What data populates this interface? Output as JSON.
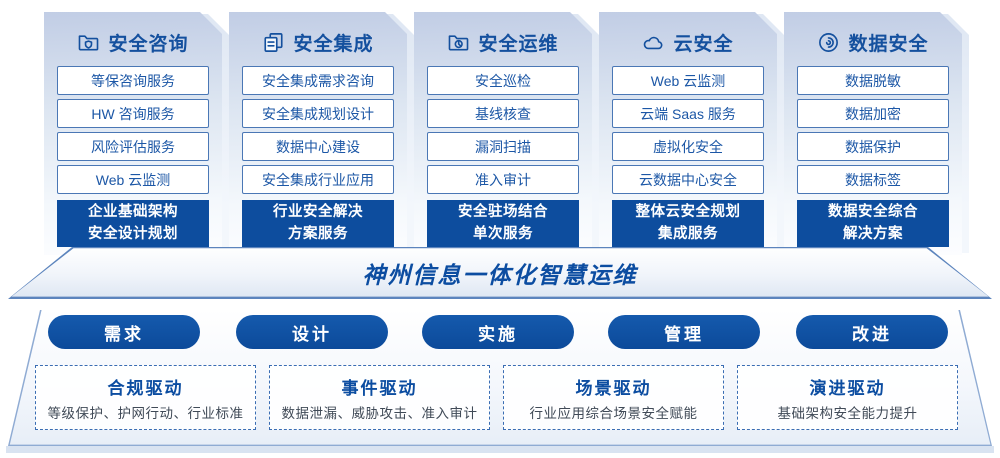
{
  "banner": {
    "title": "神州信息一体化智慧运维"
  },
  "columns": [
    {
      "title": "安全咨询",
      "icon": "folder-shield-icon",
      "items": [
        "等保咨询服务",
        "HW 咨询服务",
        "风险评估服务",
        "Web 云监测"
      ],
      "highlight_line1": "企业基础架构",
      "highlight_line2": "安全设计规划"
    },
    {
      "title": "安全集成",
      "icon": "copy-docs-icon",
      "items": [
        "安全集成需求咨询",
        "安全集成规划设计",
        "数据中心建设",
        "安全集成行业应用"
      ],
      "highlight_line1": "行业安全解决",
      "highlight_line2": "方案服务"
    },
    {
      "title": "安全运维",
      "icon": "folder-pie-icon",
      "items": [
        "安全巡检",
        "基线核查",
        "漏洞扫描",
        "准入审计"
      ],
      "highlight_line1": "安全驻场结合",
      "highlight_line2": "单次服务"
    },
    {
      "title": "云安全",
      "icon": "cloud-icon",
      "items": [
        "Web 云监测",
        "云端 Saas 服务",
        "虚拟化安全",
        "云数据中心安全"
      ],
      "highlight_line1": "整体云安全规划",
      "highlight_line2": "集成服务"
    },
    {
      "title": "数据安全",
      "icon": "fingerprint-icon",
      "items": [
        "数据脱敏",
        "数据加密",
        "数据保护",
        "数据标签"
      ],
      "highlight_line1": "数据安全综合",
      "highlight_line2": "解决方案"
    }
  ],
  "process_pills": [
    "需求",
    "设计",
    "实施",
    "管理",
    "改进"
  ],
  "drivers": [
    {
      "title": "合规驱动",
      "desc": "等级保护、护网行动、行业标准"
    },
    {
      "title": "事件驱动",
      "desc": "数据泄漏、威胁攻击、准入审计"
    },
    {
      "title": "场景驱动",
      "desc": "行业应用综合场景安全赋能"
    },
    {
      "title": "演进驱动",
      "desc": "基础架构安全能力提升"
    }
  ],
  "colors": {
    "primary_blue": "#0d4d9e",
    "title_blue": "#14509e",
    "item_border_blue": "#4a77b5",
    "card_top_tint": "#c1cde5",
    "dashed_border": "#3a6db3"
  }
}
